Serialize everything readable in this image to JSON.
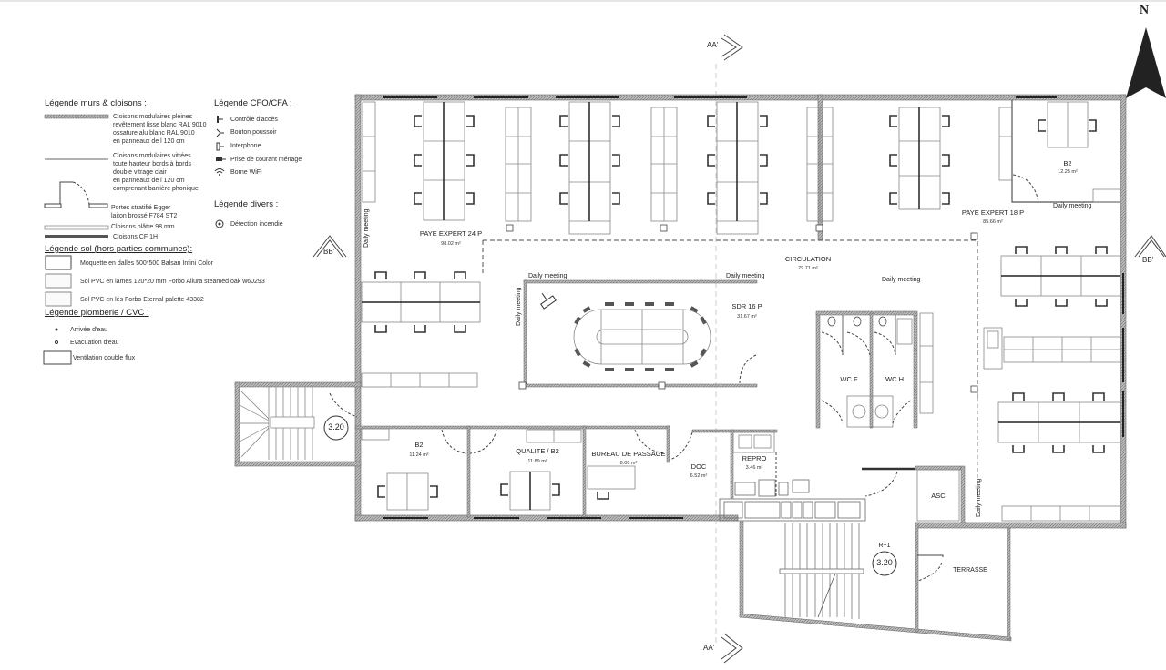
{
  "legend": {
    "walls": {
      "title": "Légende murs & cloisons :",
      "items": [
        {
          "icon": "solid-partition-line",
          "text": [
            "Cloisons modulaires pleines",
            "revêtement lisse blanc RAL 9010",
            "ossature alu blanc RAL 9010",
            "en panneaux de l 120 cm"
          ]
        },
        {
          "icon": "glazed-partition-line",
          "text": [
            "Cloisons modulaires vitrées",
            "toute hauteur bords à bords",
            "double vitrage clair",
            "en panneaux de l 120 cm",
            "comprenant barrière phonique"
          ]
        },
        {
          "icon": "door-swing",
          "text": [
            "Portes stratifié Egger",
            "laiton brossé F784 ST2"
          ]
        },
        {
          "icon": "plaster-partition-line",
          "text": [
            "Cloisons plâtre 98 mm"
          ]
        },
        {
          "icon": "fire-partition-line",
          "text": [
            "Cloisons CF 1H"
          ]
        }
      ]
    },
    "cfo_cfa": {
      "title": "Légende CFO/CFA :",
      "items": [
        {
          "icon": "access-control-icon",
          "text": "Contrôle d'accès"
        },
        {
          "icon": "push-button-icon",
          "text": "Bouton poussoir"
        },
        {
          "icon": "intercom-icon",
          "text": "Interphone"
        },
        {
          "icon": "cleaning-outlet-icon",
          "text": "Prise de courant ménage"
        },
        {
          "icon": "wifi-icon",
          "text": "Borne WiFi"
        }
      ]
    },
    "misc": {
      "title": "Légende divers :",
      "items": [
        {
          "icon": "fire-detector-icon",
          "text": "Détection incendie"
        }
      ]
    },
    "floor": {
      "title": "Légende sol (hors parties communes):",
      "items": [
        {
          "icon": "carpet-swatch",
          "text": "Moquette en dalles 500*500 Balsan Infini Color"
        },
        {
          "icon": "pvc-plank-swatch",
          "text": "Sol PVC en lames 120*20 mm Forbo Allura steamed oak w60293"
        },
        {
          "icon": "pvc-sheet-swatch",
          "text": "Sol PVC en lés Forbo Eternal palette 43382"
        }
      ]
    },
    "plumbing": {
      "title": "Légende plomberie / CVC :",
      "items": [
        {
          "icon": "water-inlet-icon",
          "text": "Arrivée d'eau"
        },
        {
          "icon": "water-drain-icon",
          "text": "Evacuation d'eau"
        },
        {
          "icon": "ventilation-swatch",
          "text": "Ventilation double flux"
        }
      ]
    }
  },
  "compass": {
    "label": "N"
  },
  "sections": {
    "aa_top": "AA'",
    "aa_bottom": "AA'",
    "bb_left": "BB'",
    "bb_right": "BB'"
  },
  "rooms": {
    "paye24": {
      "name": "PAYE EXPERT 24 P",
      "area": "98.02 m²"
    },
    "paye18": {
      "name": "PAYE EXPERT 18 P",
      "area": "85.66 m²"
    },
    "b2_ne": {
      "name": "B2",
      "area": "12.25 m²"
    },
    "circulation": {
      "name": "CIRCULATION",
      "area": "79.71 m²"
    },
    "sdr": {
      "name": "SDR 16 P",
      "area": "31.67 m²"
    },
    "wcf": {
      "name": "WC F"
    },
    "wch": {
      "name": "WC H"
    },
    "b2_sw": {
      "name": "B2",
      "area": "11.24 m²"
    },
    "qualite": {
      "name": "QUALITE / B2",
      "area": "11.89 m²"
    },
    "bureau": {
      "name": "BUREAU DE PASSAGE",
      "area": "8.00 m²"
    },
    "doc": {
      "name": "DOC",
      "area": "6.52 m²"
    },
    "repro": {
      "name": "REPRO",
      "area": "3.46 m²"
    },
    "asc": {
      "name": "ASC"
    },
    "terrasse": {
      "name": "TERRASSE"
    },
    "stair_main": {
      "level": "R+1",
      "height": "3.20"
    },
    "stair_west": {
      "height": "3.20"
    }
  },
  "daily_meeting": "Daily meeting"
}
